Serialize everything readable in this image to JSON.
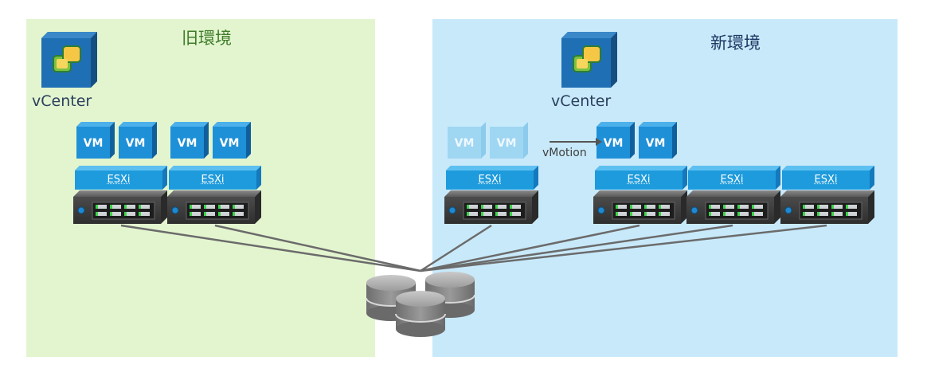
{
  "old_env": {
    "title": "旧環境",
    "vcenter_label": "vCenter"
  },
  "new_env": {
    "title": "新環境",
    "vcenter_label": "vCenter"
  },
  "vm_label": "VM",
  "esxi_label": "ESXi",
  "vmotion_label": "vMotion",
  "colors": {
    "old_bg": "#e3f5cf",
    "new_bg": "#c8e9fa",
    "esxi": "#1e9bdc",
    "vm": "#1e90d8",
    "vm_faded": "#9fd6f2",
    "server": "#4a4a4a",
    "line": "#6b6b6b"
  }
}
